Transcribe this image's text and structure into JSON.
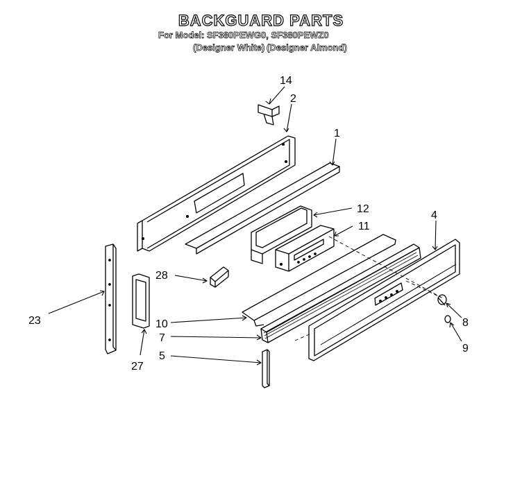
{
  "header": {
    "title": "BACKGUARD PARTS",
    "model_prefix": "For Model:",
    "models": "SF380PEWG0, SF380PEWZ0",
    "finish_1": "(Designer White)",
    "finish_2": "(Designer Almond)"
  },
  "callouts": {
    "c1": "1",
    "c2": "2",
    "c4": "4",
    "c5": "5",
    "c7": "7",
    "c8": "8",
    "c9": "9",
    "c10": "10",
    "c11": "11",
    "c12": "12",
    "c14": "14",
    "c23": "23",
    "c27": "27",
    "c28": "28"
  }
}
